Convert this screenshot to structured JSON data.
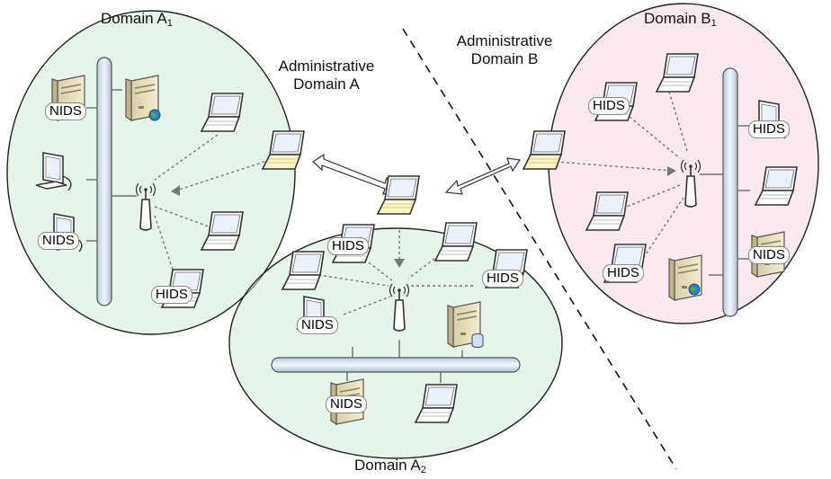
{
  "domains": {
    "a1": {
      "name": "Domain A",
      "sub": "1"
    },
    "a2": {
      "name": "Domain A",
      "sub": "2"
    },
    "b1": {
      "name": "Domain B",
      "sub": "1"
    }
  },
  "admin": {
    "a_line1": "Administrative",
    "a_line2": "Domain A",
    "b_line1": "Administrative",
    "b_line2": "Domain B"
  },
  "badges": {
    "nids": "NIDS",
    "hids": "HIDS"
  },
  "colors": {
    "domain_a_fill": "#e6f4ea",
    "domain_b_fill": "#fbe9f1",
    "bus_fill": "#dce6f2",
    "laptop_screen": "#e8f0fa",
    "keyboard_highlight": "#fff6c8"
  },
  "icons": [
    "laptop-icon",
    "desktop-icon",
    "server-icon",
    "database-server-icon",
    "wireless-access-point-icon",
    "backbone-bus",
    "bidirectional-arrow-icon"
  ]
}
